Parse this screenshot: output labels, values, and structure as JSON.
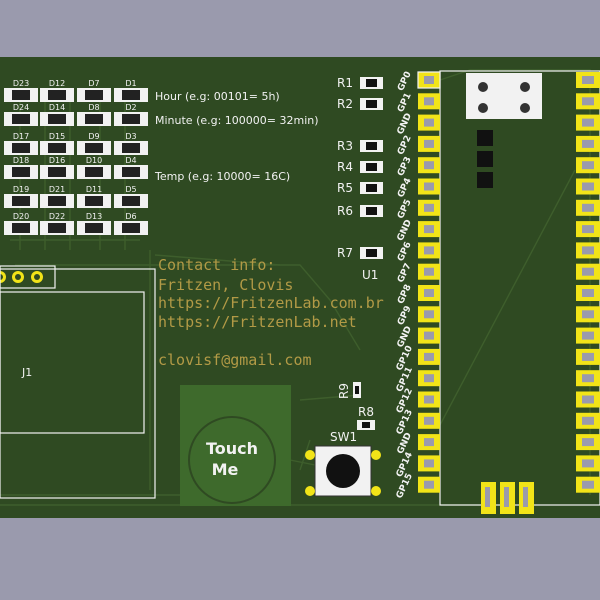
{
  "board": {
    "colors": {
      "background": "#9a9aad",
      "pcb": "#2f4a22",
      "pad": "#f2e418",
      "silk": "#f2f2f2",
      "contact": "#b29a46"
    },
    "led_labels": [
      "D23",
      "D12",
      "D7",
      "D1",
      "D24",
      "D14",
      "D8",
      "D2",
      "D17",
      "D15",
      "D9",
      "D3",
      "D18",
      "D16",
      "D10",
      "D4",
      "D19",
      "D21",
      "D11",
      "D5",
      "D20",
      "D22",
      "D13",
      "D6"
    ],
    "legend": {
      "hour": "Hour (e.g: 00101= 5h)",
      "minute": "Minute (e.g: 100000= 32min)",
      "temp": "Temp (e.g: 10000= 16C)"
    },
    "contact": {
      "line1": "Contact info:",
      "line2": "Fritzen, Clovis",
      "line3": "https://FritzenLab.com.br",
      "line4": "https://FritzenLab.net",
      "line5": "clovisf@gmail.com"
    },
    "resistors": [
      "R1",
      "R2",
      "R3",
      "R4",
      "R5",
      "R6",
      "R7"
    ],
    "r9": "R9",
    "r8": "R8",
    "u1": "U1",
    "j1": "J1",
    "sw1": "SW1",
    "touch_line1": "Touch",
    "touch_line2": "Me",
    "gp_labels": [
      "GP0",
      "GP1",
      "GND",
      "GP2",
      "GP3",
      "GP4",
      "GP5",
      "GND",
      "GP6",
      "GP7",
      "GP8",
      "GP9",
      "GND",
      "GP10",
      "GP11",
      "GP12",
      "GP13",
      "GND",
      "GP14",
      "GP15"
    ]
  }
}
